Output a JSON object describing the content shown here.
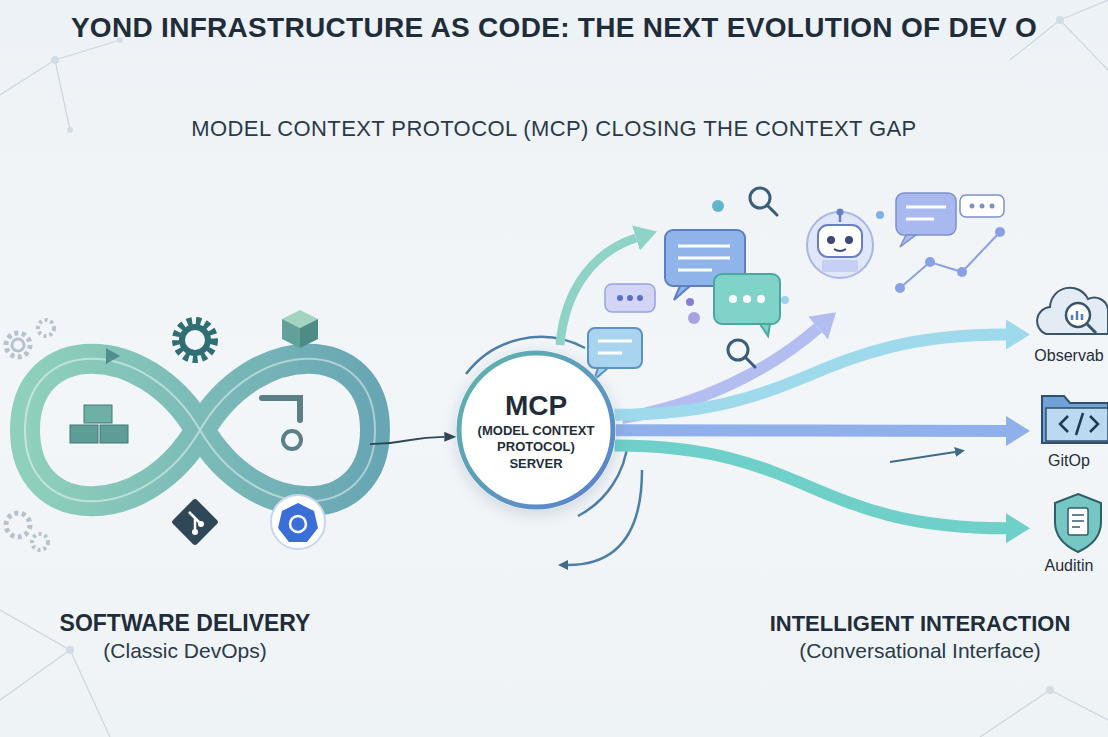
{
  "diagram": {
    "title": "YOND INFRASTRUCTURE AS CODE: THE NEXT EVOLUTION OF DEV O",
    "nodes": [
      {
        "text": [
          "SOFTWARE DELIVERY",
          "(Classic DevOps)"
        ]
      },
      {
        "text": [
          "MCP",
          "(MODEL CONTEXT PROTOCOL) SERVER"
        ]
      },
      {
        "text": [
          "Observab"
        ]
      },
      {
        "text": [
          "GitOp"
        ]
      },
      {
        "text": [
          "Auditin"
        ]
      },
      {
        "text": [
          "INTELLIGENT INTERACTION",
          "(Conversational Interface)"
        ]
      }
    ],
    "edges": [
      {
        "from": 0,
        "to": 1,
        "arrow": "to"
      },
      {
        "from": 1,
        "to": 2,
        "arrow": "to"
      },
      {
        "from": 1,
        "to": 3,
        "arrow": "to"
      },
      {
        "from": 1,
        "to": 4,
        "arrow": "to"
      }
    ],
    "labels": [
      "MODEL CONTEXT PROTOCOL (MCP) CLOSING THE CONTEXT GAP"
    ]
  }
}
